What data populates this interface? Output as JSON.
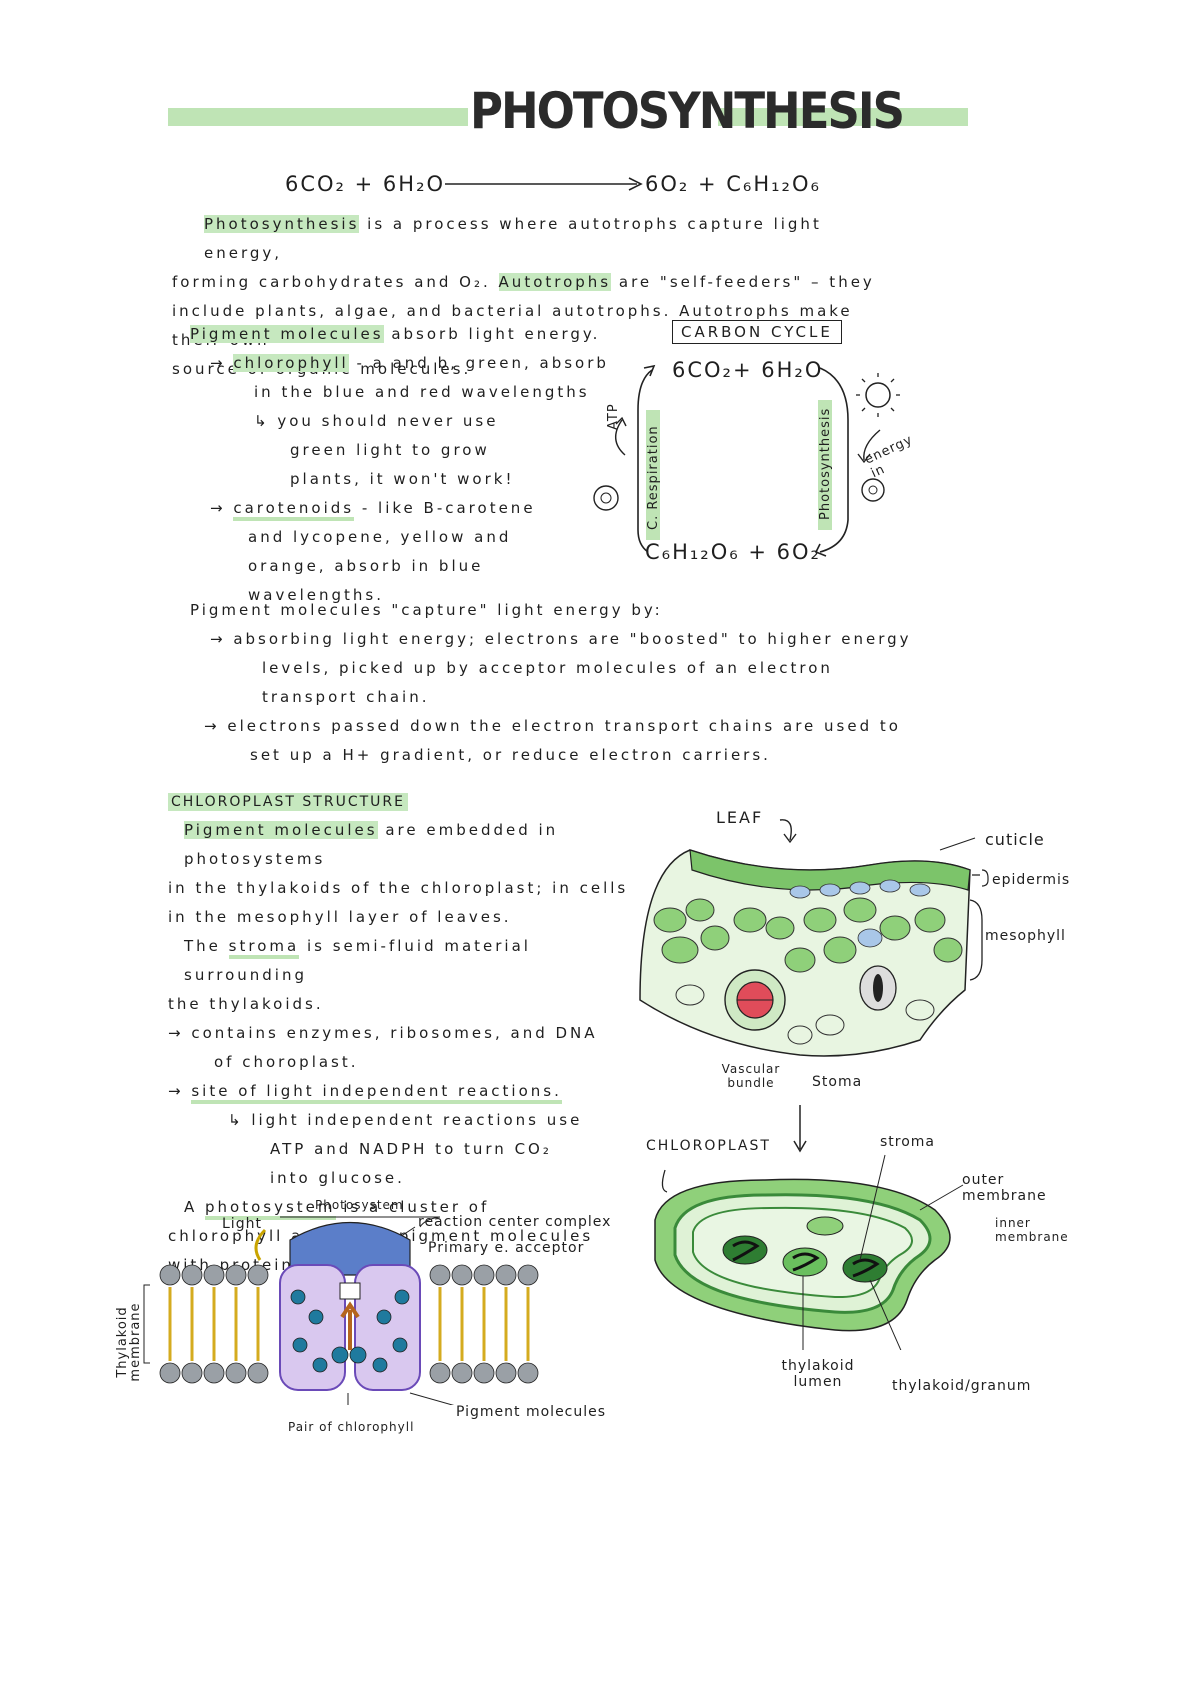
{
  "title": "PHOTOSYNTHESIS",
  "equation": {
    "left": "6CO₂ + 6H₂O",
    "right": "6O₂ + C₆H₁₂O₆"
  },
  "intro": {
    "line1": [
      "Photosynthesis",
      " is a process where autotrophs capture light energy,"
    ],
    "line2": [
      "forming carbohydrates and O₂. ",
      "Autotrophs",
      " are \"self-feeders\" – they"
    ],
    "line3": "include plants, algae, and bacterial autotrophs. Autotrophs make their own",
    "line4": "source of organic molecules."
  },
  "pigments": {
    "heading": [
      "Pigment molecules",
      " absorb light energy."
    ],
    "chlorophyll": [
      "chlorophyll",
      " - a and b, green, absorb"
    ],
    "chlorophyll_2": "in the blue and red wavelengths",
    "note_1": "you should never use",
    "note_2": "green light to grow",
    "note_3": "plants, it won't work!",
    "carotenoids": [
      "carotenoids",
      " - like B-carotene"
    ],
    "carotenoids_2": "and lycopene, yellow and",
    "carotenoids_3": "orange, absorb in blue",
    "carotenoids_4": "wavelengths."
  },
  "capture": {
    "heading": "Pigment molecules \"capture\" light energy by:",
    "p1_1": "absorbing light energy; electrons are \"boosted\" to higher energy",
    "p1_2": "levels, picked up by acceptor molecules of an electron",
    "p1_3": "transport chain.",
    "p2_1": "electrons passed down the electron transport chains are used to",
    "p2_2": "set up a H+ gradient, or reduce electron carriers."
  },
  "carbon_cycle": {
    "title": "CARBON CYCLE",
    "top": "6CO₂+ 6H₂O",
    "bottom": "C₆H₁₂O₆ + 6O₂",
    "left_label": "C. Respiration",
    "right_label": "Photosynthesis",
    "atp": "ATP",
    "energy_in": "energy in"
  },
  "chloroplast_section": {
    "heading": "CHLOROPLAST STRUCTURE",
    "l1": [
      "Pigment molecules",
      " are embedded in photosystems"
    ],
    "l2": "in the thylakoids of the chloroplast; in cells",
    "l3": "in the mesophyll layer of leaves.",
    "l4": [
      "The ",
      "stroma",
      " is semi-fluid material surrounding"
    ],
    "l5": "the thylakoids.",
    "l6": "contains enzymes, ribosomes, and DNA",
    "l7": "of choroplast.",
    "l8": [
      "site of light",
      " independent reactions."
    ],
    "l9": "light independent reactions use",
    "l10": "ATP and NADPH to turn CO₂",
    "l11": "into glucose.",
    "l12": [
      "A ",
      "photosystem",
      " is a cluster of"
    ],
    "l13": "chlorophyll and other pigment molecules",
    "l14": "with proteins."
  },
  "leaf_labels": {
    "leaf": "LEAF",
    "cuticle": "cuticle",
    "epidermis": "epidermis",
    "mesophyll": "mesophyll",
    "vascular": "Vascular bundle",
    "stoma": "Stoma"
  },
  "chloroplast_labels": {
    "title": "CHLOROPLAST",
    "stroma": "stroma",
    "outer": "outer membrane",
    "inner": "inner membrane",
    "lumen": "thylakoid lumen",
    "granum": "thylakoid/granum"
  },
  "photosystem_labels": {
    "photosystem": "Photosystem",
    "light": "Light",
    "reaction_center": "reaction center complex",
    "primary_acceptor": "Primary e. acceptor",
    "membrane": "Thylakoid membrane",
    "pair": "Pair of chlorophyll",
    "pigment": "Pigment molecules"
  }
}
